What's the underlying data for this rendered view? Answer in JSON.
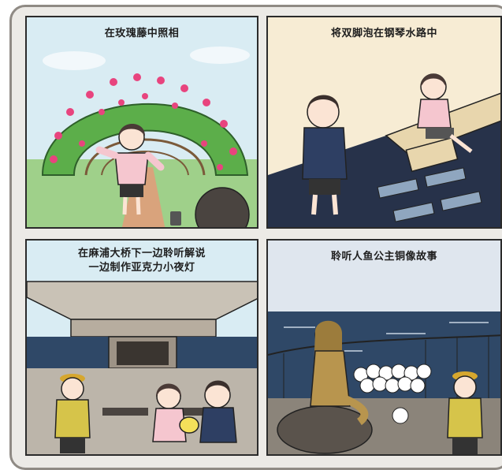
{
  "panels": [
    {
      "caption_lines": [
        "在玫瑰藤中照相"
      ]
    },
    {
      "caption_lines": [
        "将双脚泡在钢琴水路中"
      ]
    },
    {
      "caption_lines": [
        "在麻浦大桥下一边聆听解说",
        "一边制作亚克力小夜灯"
      ]
    },
    {
      "caption_lines": [
        "聆听人鱼公主铜像故事"
      ]
    }
  ],
  "colors": {
    "frame": "#eceae6",
    "sky": "#d6e8f2",
    "rose_leaf": "#5cae4a",
    "rose_flower": "#e8447e",
    "water": "#27324a",
    "statue": "#b8954e"
  }
}
